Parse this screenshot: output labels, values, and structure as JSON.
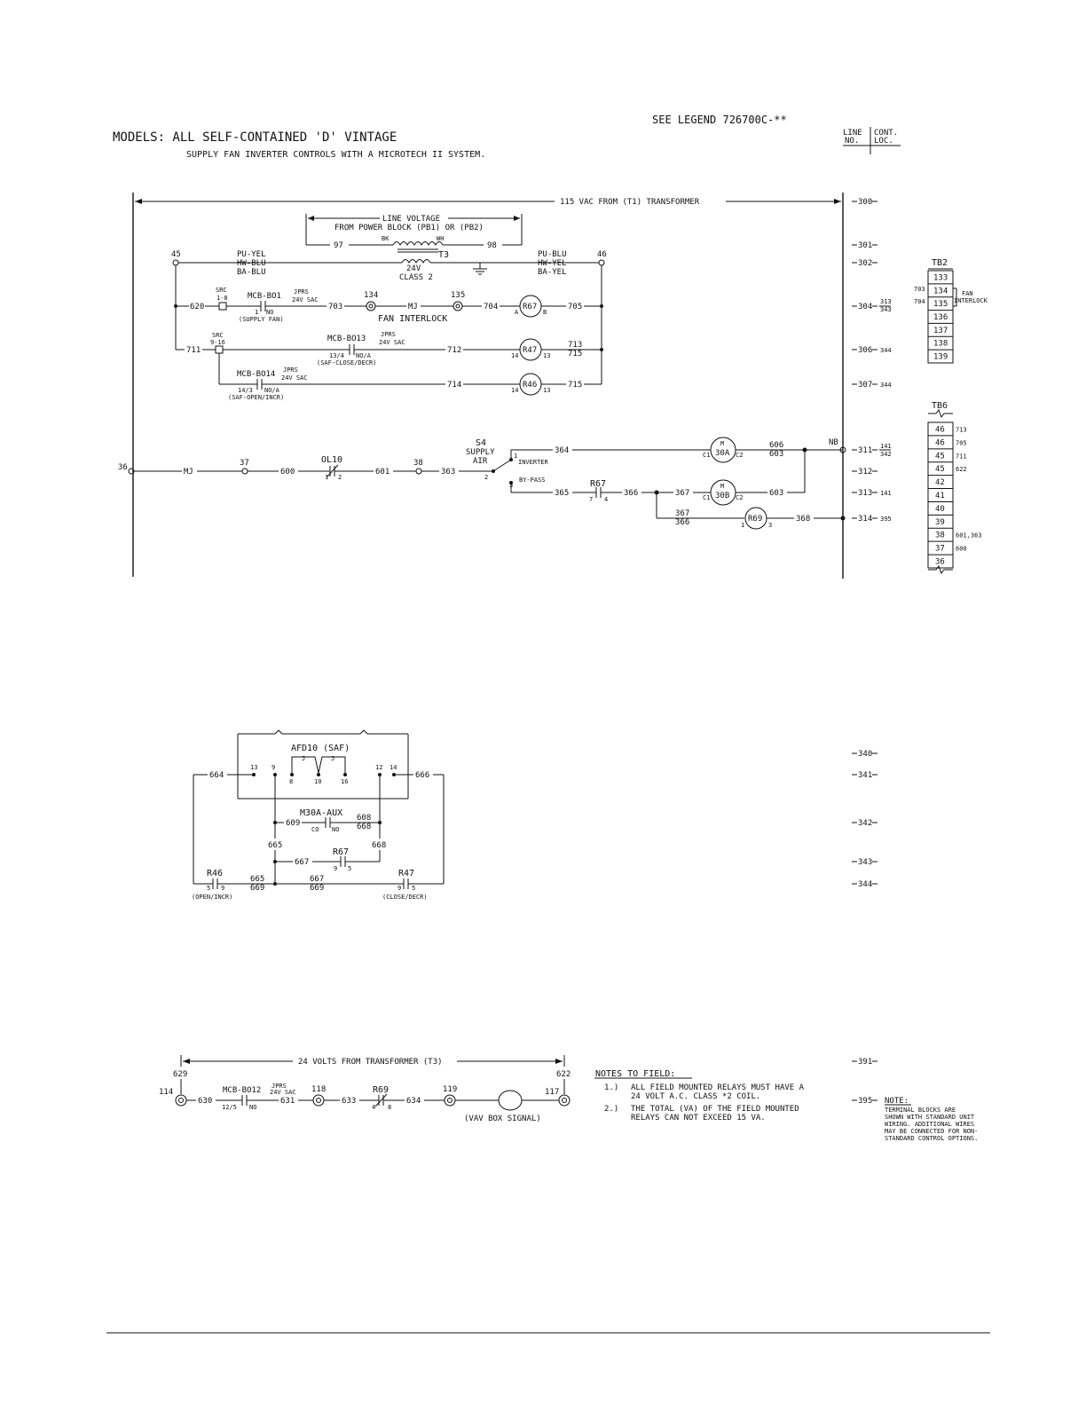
{
  "header": {
    "legend": "SEE LEGEND 726700C-**",
    "models": "MODELS: ALL SELF-CONTAINED 'D' VINTAGE",
    "subtitle": "SUPPLY FAN INVERTER CONTROLS WITH A MICROTECH II SYSTEM.",
    "col_line_1": "LINE",
    "col_line_2": "NO.",
    "col_cont_1": "CONT.",
    "col_cont_2": "LOC."
  },
  "lines": {
    "l300": "300",
    "l301": "301",
    "l302": "302",
    "l304": "304",
    "l306": "306",
    "l307": "307",
    "l311": "311",
    "l312": "312",
    "l313": "313",
    "l314": "314",
    "l340": "340",
    "l341": "341",
    "l342": "342",
    "l343": "343",
    "l344": "344",
    "l391": "391",
    "l395": "395"
  },
  "contloc": {
    "c304a": "313",
    "c304b": "343",
    "c306": "344",
    "c307": "344",
    "c311a": "141",
    "c311b": "342",
    "c313": "141",
    "c314": "395"
  },
  "power": {
    "vac": "115 VAC FROM (T1) TRANSFORMER",
    "line_voltage": "LINE VOLTAGE",
    "from_pb": "FROM POWER BLOCK (PB1) OR (PB2)",
    "w97": "97",
    "w98": "98",
    "bk": "BK",
    "wh": "WH",
    "t3": "T3",
    "v24": "24V",
    "class2": "CLASS 2",
    "n45": "45",
    "n46": "46",
    "left_1": "PU-YEL",
    "left_2": "HW-BLU",
    "left_3": "BA-BLU",
    "right_1": "PU-BLU",
    "right_2": "HW-YEL",
    "right_3": "BA-YEL"
  },
  "rung304": {
    "src": "SRC",
    "src_pins": "1-8",
    "w620": "620",
    "mcb": "MCB-BO1",
    "jprs": "JPRS",
    "sac": "24V SAC",
    "pin": "1",
    "no": "NO",
    "desc": "(SUPPLY FAN)",
    "w703": "703",
    "n134": "134",
    "mj": "MJ",
    "n135": "135",
    "interlock": "FAN INTERLOCK",
    "w704": "704",
    "a": "A",
    "relay": "R67",
    "b": "B",
    "w705": "705"
  },
  "rung306": {
    "src": "SRC",
    "src_pins": "9-16",
    "w711": "711",
    "mcb": "MCB-BO13",
    "jprs": "JPRS",
    "sac": "24V SAC",
    "pins": "13/4",
    "noa": "NO/A",
    "desc": "(SAF-CLOSE/DECR)",
    "w712": "712",
    "p14": "14",
    "relay": "R47",
    "p13": "13",
    "w713": "713",
    "w715": "715"
  },
  "rung307": {
    "mcb": "MCB-BO14",
    "jprs": "JPRS",
    "sac": "24V SAC",
    "pins": "14/3",
    "noa": "NO/A",
    "desc": "(SAF-OPEN/INCR)",
    "w714": "714",
    "p14": "14",
    "relay": "R46",
    "p13": "13",
    "w715": "715"
  },
  "rung311": {
    "n36": "36",
    "mj": "MJ",
    "n37": "37",
    "w600": "600",
    "ol": "OL10",
    "p1": "1",
    "p2": "2",
    "w601": "601",
    "n38": "38",
    "w363": "363",
    "s4": "S4",
    "supply": "SUPPLY",
    "air": "AIR",
    "sp1": "1",
    "sp2": "2",
    "sp3": "3",
    "inverter": "INVERTER",
    "bypass": "BY-PASS",
    "w364": "364",
    "m": "M",
    "m30a": "30A",
    "c1": "C1",
    "c2": "C2",
    "w606": "606",
    "w603": "603",
    "nb": "NB"
  },
  "rung313": {
    "w365": "365",
    "relay": "R67",
    "p7": "7",
    "p4": "4",
    "w366": "366",
    "w367": "367",
    "m": "M",
    "m30b": "30B",
    "c1": "C1",
    "c2": "C2",
    "w603": "603"
  },
  "rung314": {
    "w367": "367",
    "w366": "366",
    "p1": "1",
    "relay": "R69",
    "p3": "3",
    "w368": "368"
  },
  "tb2": {
    "title": "TB2",
    "terminals": [
      "133",
      "134",
      "135",
      "136",
      "137",
      "138",
      "139"
    ],
    "w703": "703",
    "w704": "704",
    "fan": "FAN",
    "interlock": "INTERLOCK"
  },
  "tb6": {
    "title": "TB6",
    "terminals": [
      "46",
      "46",
      "45",
      "45",
      "42",
      "41",
      "40",
      "39",
      "38",
      "37",
      "36"
    ],
    "labels": [
      "713",
      "705",
      "711",
      "622",
      "",
      "",
      "",
      "",
      "601,363",
      "600",
      ""
    ]
  },
  "afd": {
    "title": "AFD10 (SAF)",
    "j1": "J",
    "j2": "J",
    "t13": "13",
    "t9": "9",
    "t8": "8",
    "t10": "10",
    "t16": "16",
    "t12": "12",
    "t14": "14",
    "w664": "664",
    "w666": "666",
    "aux": "M30A-AUX",
    "w609": "609",
    "co": "CO",
    "no": "NO",
    "w608": "608",
    "w668a": "668",
    "w665a": "665",
    "w668b": "668",
    "w667a": "667",
    "r67": "R67",
    "r67_p9": "9",
    "r67_p5": "5",
    "r46": "R46",
    "r46_p5": "5",
    "r46_p9": "9",
    "w665b": "665",
    "w669a": "669",
    "w667b": "667",
    "w669b": "669",
    "r47": "R47",
    "r47_p9": "9",
    "r47_p5": "5",
    "open": "(OPEN/INCR)",
    "close": "(CLOSE/DECR)"
  },
  "vav": {
    "t24": "24 VOLTS FROM TRANSFORMER (T3)",
    "w629": "629",
    "w622": "622",
    "n114": "114",
    "n117": "117",
    "w630": "630",
    "mcb": "MCB-BO12",
    "jprs": "JPRS",
    "sac": "24V SAC",
    "pins": "12/5",
    "no": "NO",
    "w631": "631",
    "n118": "118",
    "w633": "633",
    "relay": "R69",
    "p4": "4",
    "p8": "8",
    "w634": "634",
    "n119": "119",
    "signal": "(VAV BOX SIGNAL)"
  },
  "notes_field": {
    "title": "NOTES TO FIELD:",
    "n1_num": "1.)",
    "n1_a": "ALL FIELD MOUNTED RELAYS MUST HAVE A",
    "n1_b": "24 VOLT A.C. CLASS *2 COIL.",
    "n2_num": "2.)",
    "n2_a": "THE TOTAL (VA) OF THE FIELD MOUNTED",
    "n2_b": "RELAYS CAN NOT EXCEED 15 VA."
  },
  "note": {
    "title": "NOTE:",
    "l1": "TERMINAL BLOCKS ARE",
    "l2": "SHOWN WITH STANDARD UNIT",
    "l3": "WIRING. ADDITIONAL WIRES",
    "l4": "MAY BE CONNECTED FOR NON-",
    "l5": "STANDARD CONTROL OPTIONS."
  }
}
